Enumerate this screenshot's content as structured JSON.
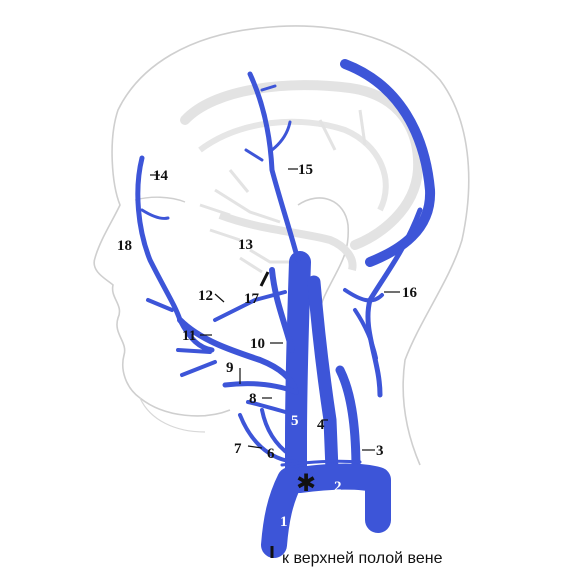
{
  "colors": {
    "vein": "#3d55d8",
    "outline": "#cfcfcf",
    "brain": "#e3e3e3",
    "label": "#111111"
  },
  "labels": {
    "n1": "1",
    "n2": "2",
    "n3": "3",
    "n4": "4",
    "n5": "5",
    "n6": "6",
    "n7": "7",
    "n8": "8",
    "n9": "9",
    "n10": "10",
    "n11": "11",
    "n12": "12",
    "n13": "13",
    "n14": "14",
    "n15": "15",
    "n16": "16",
    "n17": "17",
    "n18": "18"
  },
  "star_mark": "✱",
  "caption": "к верхней полой вене"
}
